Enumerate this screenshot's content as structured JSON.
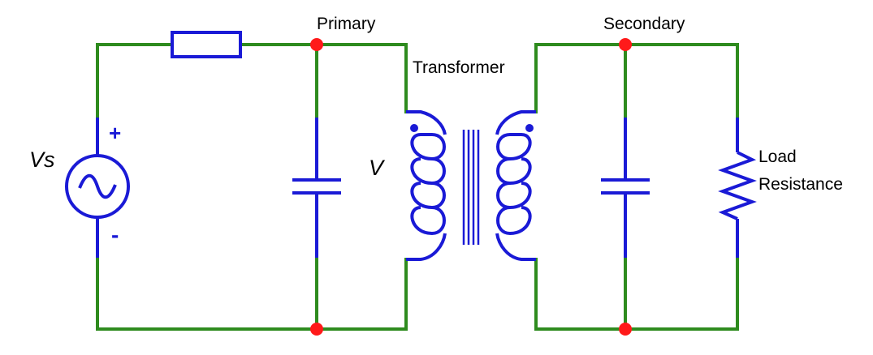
{
  "labels": {
    "primary": "Primary",
    "secondary": "Secondary",
    "transformer": "Transformer",
    "source": "Vs",
    "voltage": "V",
    "load_line1": "Load",
    "load_line2": "Resistance",
    "plus": "+",
    "minus": "-"
  },
  "colors": {
    "wire": "#2e8b1e",
    "component": "#1a1ad6",
    "node": "#ff1a1a"
  }
}
